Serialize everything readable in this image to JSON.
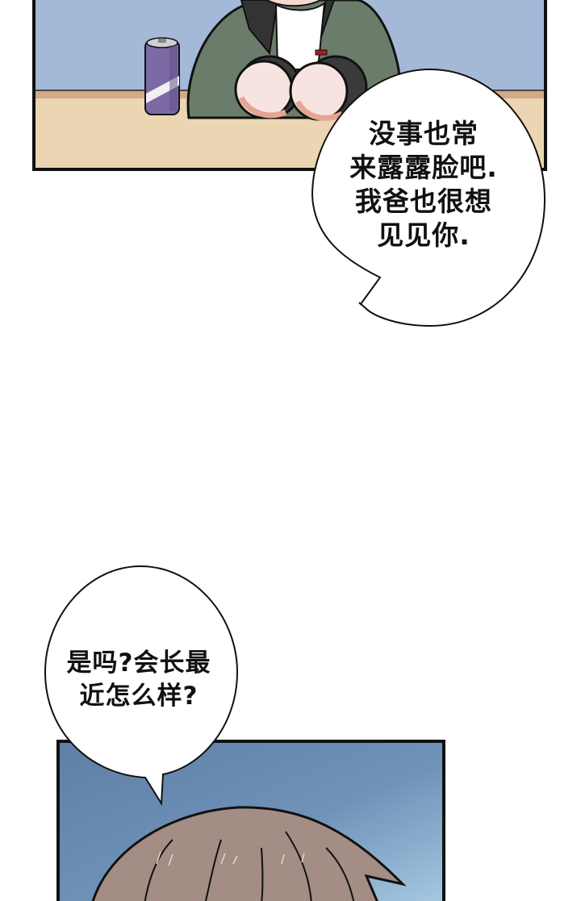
{
  "comic": {
    "panels": [
      {
        "id": "top",
        "description": "Character in green jacket sitting at a table with a purple soda can",
        "colors": {
          "wall": "#a4b8d8",
          "table": "#ebd5b3",
          "table_edge": "#d4a985",
          "jacket": "#6c7c6b",
          "can": "#7b6aa4"
        }
      },
      {
        "id": "bottom",
        "description": "Top of a brown-haired character's head against blue halftone background",
        "colors": {
          "background_top": "#5f7fa6",
          "background_bottom": "#a7c9e2",
          "hair": "#a48d84"
        }
      }
    ],
    "speech_bubbles": [
      {
        "id": "bubble-1",
        "text": "没事也常\n来露露脸吧.\n我爸也很想\n见见你."
      },
      {
        "id": "bubble-2",
        "text": "是吗?会长最\n近怎么样?"
      }
    ]
  }
}
